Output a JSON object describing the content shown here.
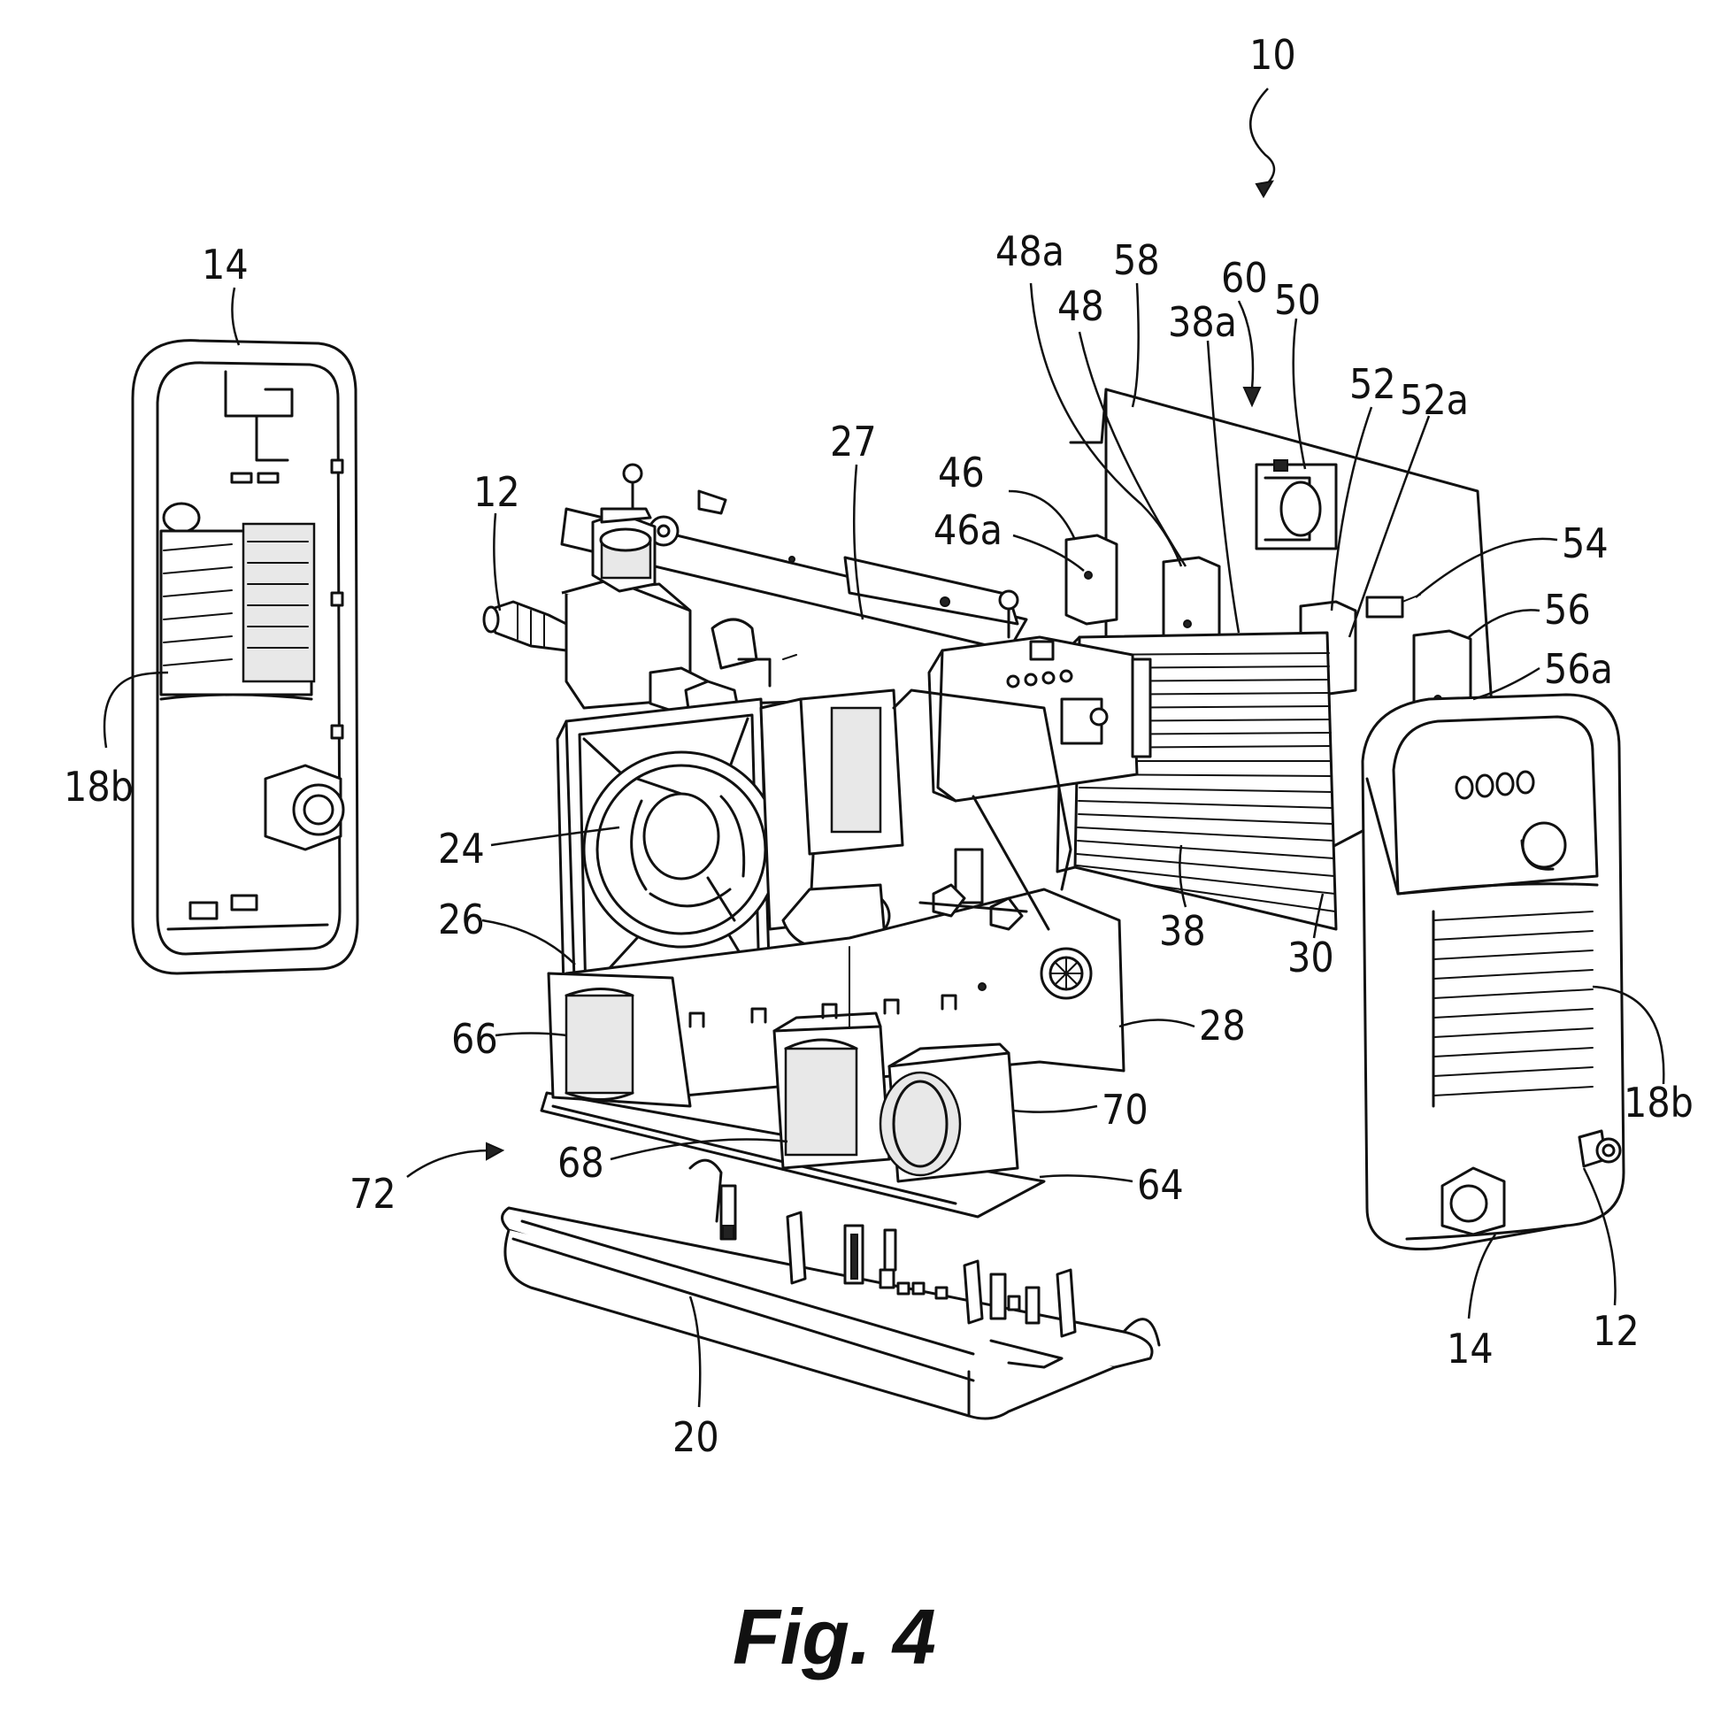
{
  "figure": {
    "caption": "Fig. 4"
  },
  "labels": [
    {
      "id": "ref-10",
      "text": "10"
    },
    {
      "id": "ref-14-left",
      "text": "14"
    },
    {
      "id": "ref-18b-left",
      "text": "18b"
    },
    {
      "id": "ref-12-left",
      "text": "12"
    },
    {
      "id": "ref-27",
      "text": "27"
    },
    {
      "id": "ref-24",
      "text": "24"
    },
    {
      "id": "ref-26",
      "text": "26"
    },
    {
      "id": "ref-66",
      "text": "66"
    },
    {
      "id": "ref-72",
      "text": "72"
    },
    {
      "id": "ref-68",
      "text": "68"
    },
    {
      "id": "ref-70",
      "text": "70"
    },
    {
      "id": "ref-64",
      "text": "64"
    },
    {
      "id": "ref-20",
      "text": "20"
    },
    {
      "id": "ref-28",
      "text": "28"
    },
    {
      "id": "ref-38",
      "text": "38"
    },
    {
      "id": "ref-30",
      "text": "30"
    },
    {
      "id": "ref-46",
      "text": "46"
    },
    {
      "id": "ref-46a",
      "text": "46a"
    },
    {
      "id": "ref-48a",
      "text": "48a"
    },
    {
      "id": "ref-48",
      "text": "48"
    },
    {
      "id": "ref-58",
      "text": "58"
    },
    {
      "id": "ref-38a",
      "text": "38a"
    },
    {
      "id": "ref-60",
      "text": "60"
    },
    {
      "id": "ref-50",
      "text": "50"
    },
    {
      "id": "ref-52",
      "text": "52"
    },
    {
      "id": "ref-52a",
      "text": "52a"
    },
    {
      "id": "ref-54",
      "text": "54"
    },
    {
      "id": "ref-56",
      "text": "56"
    },
    {
      "id": "ref-56a",
      "text": "56a"
    },
    {
      "id": "ref-18b-right",
      "text": "18b"
    },
    {
      "id": "ref-14-right",
      "text": "14"
    },
    {
      "id": "ref-12-right",
      "text": "12"
    }
  ]
}
